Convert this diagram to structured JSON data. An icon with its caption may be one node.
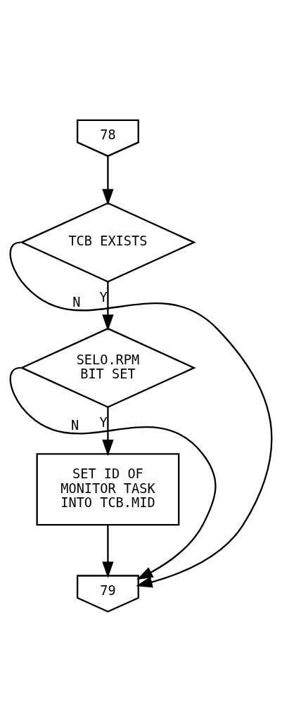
{
  "diagram": {
    "nodes": [
      {
        "text": [
          "78"
        ]
      },
      {
        "text": [
          "TCB EXISTS"
        ]
      },
      {
        "text": [
          "SELO.RPM BIT SET"
        ]
      },
      {
        "text": [
          "SET ID OF MONITOR TASK INTO TCB.MID"
        ]
      },
      {
        "text": [
          "79"
        ]
      }
    ],
    "edges": [
      {
        "from": 0,
        "to": 1,
        "arrow": "to"
      },
      {
        "from": 1,
        "to": 4,
        "arrow": "to",
        "label": "N"
      },
      {
        "from": 1,
        "to": 2,
        "arrow": "to",
        "label": "Y"
      },
      {
        "from": 2,
        "to": 4,
        "arrow": "to",
        "label": "N"
      },
      {
        "from": 2,
        "to": 3,
        "arrow": "to",
        "label": "Y"
      },
      {
        "from": 3,
        "to": 4,
        "arrow": "to"
      }
    ]
  }
}
